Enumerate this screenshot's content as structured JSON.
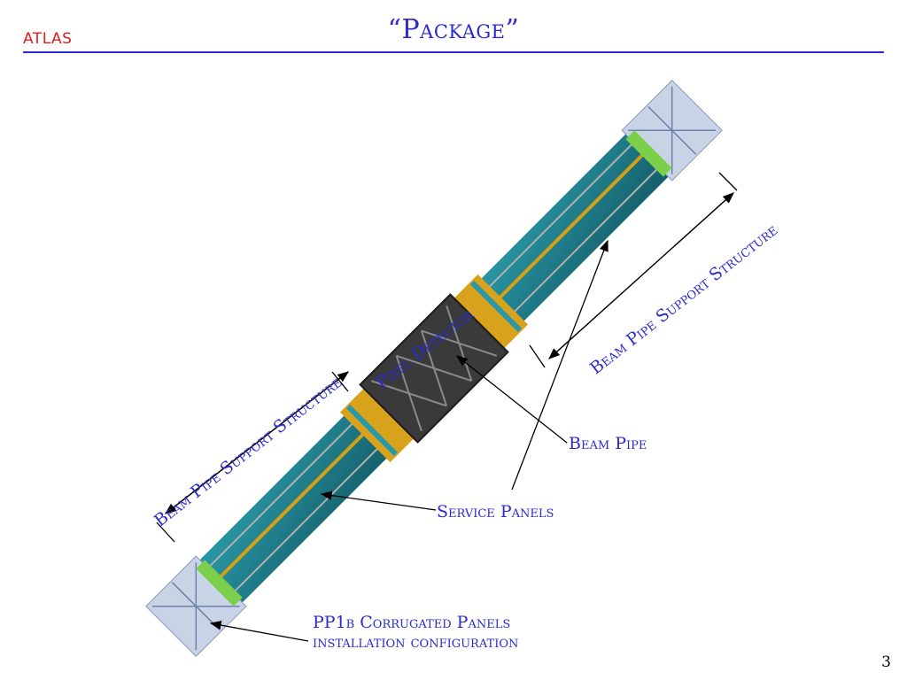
{
  "header": {
    "logo_text": "ATLAS",
    "title": "“Package”"
  },
  "labels": {
    "beam_pipe_support_left": "Beam Pipe Support Structure",
    "pixel_detector": "Pixel Detector",
    "beam_pipe_support_right": "Beam Pipe Support Structure",
    "beam_pipe": "Beam Pipe",
    "service_panels": "Service Panels",
    "pp1b_line1": "PP1b Corrugated Panels",
    "pp1b_line2": "installation configuration"
  },
  "footer": {
    "page_number": "3"
  },
  "colors": {
    "title": "#2b2bcf",
    "logo": "#e01b1b",
    "panel_teal": "#1f7f8c",
    "detector_gray": "#3a3a3a",
    "gold": "#d4a017"
  }
}
